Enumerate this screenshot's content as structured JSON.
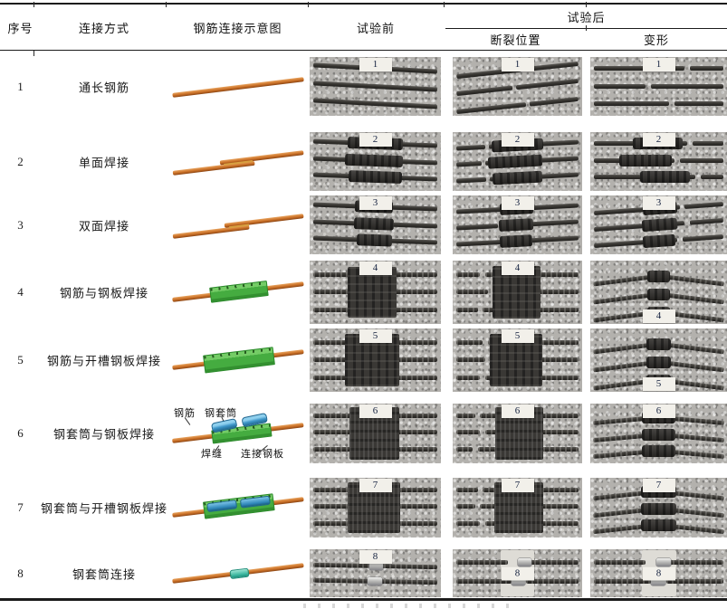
{
  "header": {
    "no": "序号",
    "method": "连接方式",
    "schematic": "钢筋连接示意图",
    "before": "试验前",
    "after": "试验后",
    "fracture": "断裂位置",
    "deform": "变形"
  },
  "schematic_labels": {
    "rebar": "钢筋",
    "sleeve": "钢套筒",
    "weld": "焊缝",
    "plate": "连接钢板"
  },
  "rows": [
    {
      "no": "1",
      "method": "通长钢筋",
      "tag": "1"
    },
    {
      "no": "2",
      "method": "单面焊接",
      "tag": "2"
    },
    {
      "no": "3",
      "method": "双面焊接",
      "tag": "3"
    },
    {
      "no": "4",
      "method": "钢筋与钢板焊接",
      "tag": "4"
    },
    {
      "no": "5",
      "method": "钢筋与开槽钢板焊接",
      "tag": "5"
    },
    {
      "no": "6",
      "method": "钢套筒与钢板焊接",
      "tag": "6"
    },
    {
      "no": "7",
      "method": "钢套筒与开槽钢板焊接",
      "tag": "7"
    },
    {
      "no": "8",
      "method": "钢套筒连接",
      "tag": "8"
    }
  ],
  "colors": {
    "rebar_orange": "#c9732c",
    "plate_green": "#45ac40",
    "sleeve_blue": "#3c95c8",
    "sleeve_teal": "#3fbaa3",
    "photo_background": "#b3b1ad",
    "specimen_dark": "#35332f",
    "table_border": "#1b1b1b"
  }
}
